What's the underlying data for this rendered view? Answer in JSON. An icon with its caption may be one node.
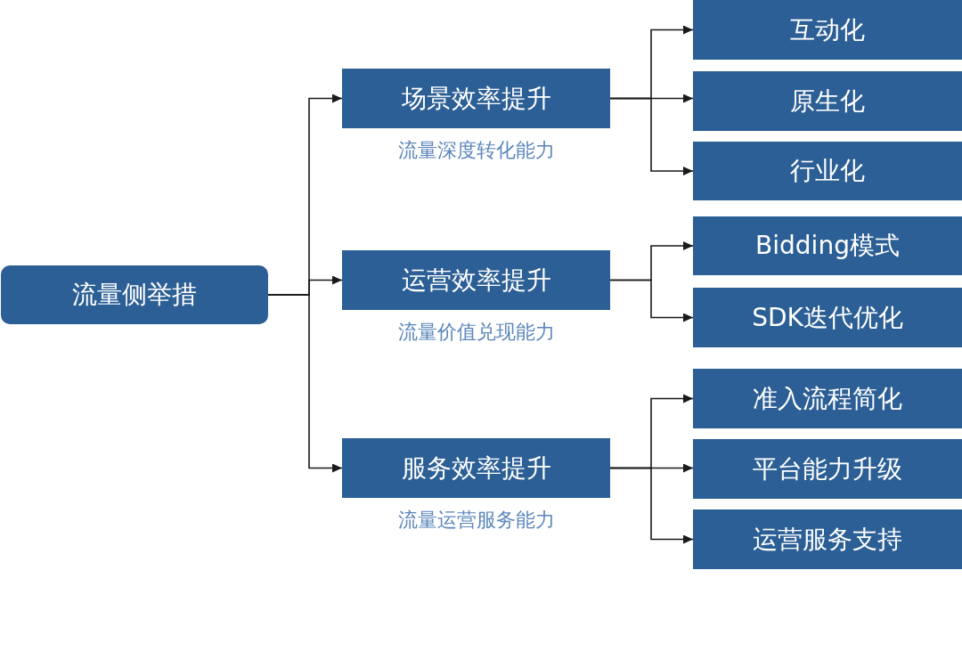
{
  "diagram": {
    "nodes": [
      {
        "text": [
          "流量侧举措"
        ]
      },
      {
        "text": [
          "场景效率提升"
        ],
        "beside": [
          "流量深度转化能力"
        ]
      },
      {
        "text": [
          "互动化"
        ]
      },
      {
        "text": [
          "原生化"
        ]
      },
      {
        "text": [
          "行业化"
        ]
      },
      {
        "text": [
          "运营效率提升"
        ],
        "beside": [
          "流量价值兑现能力"
        ]
      },
      {
        "text": [
          "Bidding模式"
        ]
      },
      {
        "text": [
          "SDK迭代优化"
        ]
      },
      {
        "text": [
          "服务效率提升"
        ],
        "beside": [
          "流量运营服务能力"
        ]
      },
      {
        "text": [
          "准入流程简化"
        ]
      },
      {
        "text": [
          "平台能力升级"
        ]
      },
      {
        "text": [
          "运营服务支持"
        ]
      }
    ],
    "edges": [
      {
        "from": 0,
        "to": 1,
        "arrow": "to"
      },
      {
        "from": 0,
        "to": 5,
        "arrow": "to"
      },
      {
        "from": 0,
        "to": 8,
        "arrow": "to"
      },
      {
        "from": 1,
        "to": 2,
        "arrow": "to"
      },
      {
        "from": 1,
        "to": 3,
        "arrow": "to"
      },
      {
        "from": 1,
        "to": 4,
        "arrow": "to"
      },
      {
        "from": 5,
        "to": 6,
        "arrow": "to"
      },
      {
        "from": 5,
        "to": 7,
        "arrow": "to"
      },
      {
        "from": 8,
        "to": 9,
        "arrow": "to"
      },
      {
        "from": 8,
        "to": 10,
        "arrow": "to"
      },
      {
        "from": 8,
        "to": 11,
        "arrow": "to"
      }
    ]
  }
}
